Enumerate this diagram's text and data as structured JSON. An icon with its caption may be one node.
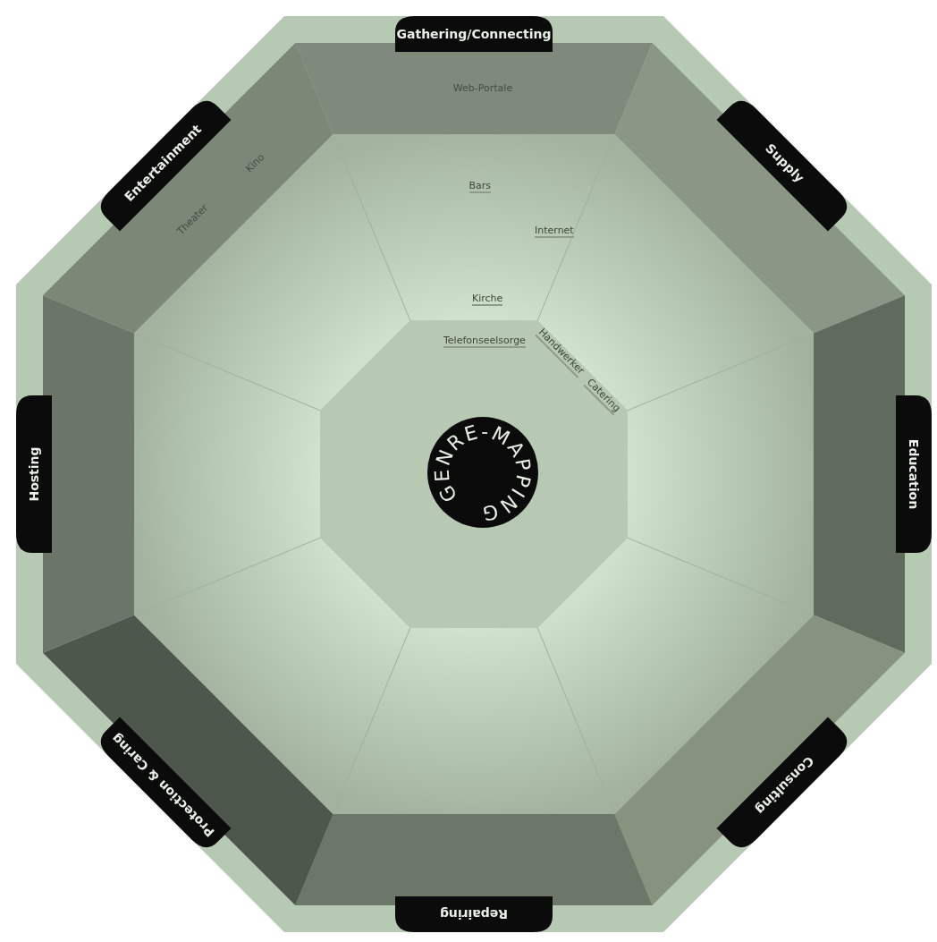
{
  "diagram": {
    "nodes": [
      {
        "text": [
          "Gathering/Connecting"
        ]
      },
      {
        "text": [
          "Supply"
        ]
      },
      {
        "text": [
          "Education"
        ]
      },
      {
        "text": [
          "Consulting"
        ]
      },
      {
        "text": [
          "Repairing"
        ]
      },
      {
        "text": [
          "Protection & Caring"
        ]
      },
      {
        "text": [
          "Hosting"
        ]
      },
      {
        "text": [
          "Entertainment"
        ]
      },
      {
        "text": [
          "GENRE-MAPPING"
        ]
      },
      {
        "text": [
          "Web-Portale"
        ]
      },
      {
        "text": [],
        "shape": "band"
      },
      {
        "text": [],
        "shape": "band"
      },
      {
        "text": [],
        "shape": "band"
      },
      {
        "text": [],
        "shape": "band"
      },
      {
        "text": [],
        "shape": "band"
      },
      {
        "text": [],
        "shape": "band"
      },
      {
        "text": [
          "Kino",
          "Theater"
        ]
      }
    ],
    "labels": [
      "Bars",
      "Internet",
      "Kirche",
      "Telefonseelsorge",
      "Handwerker",
      "Catering"
    ]
  }
}
